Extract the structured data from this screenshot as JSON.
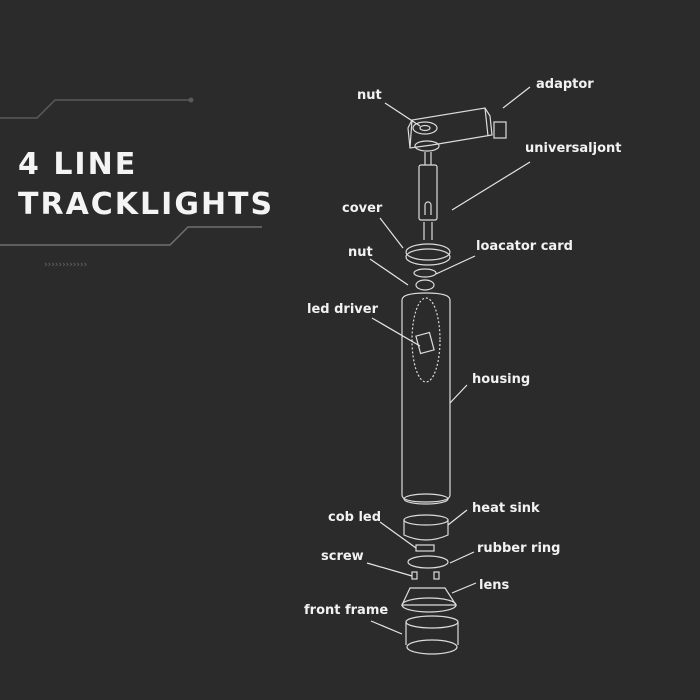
{
  "title": {
    "line1": "4 LINE",
    "line2": "TRACKLIGHTS"
  },
  "decoration": {
    "chevrons": "››››››››››››"
  },
  "colors": {
    "background": "#2b2b2b",
    "text": "#f4f4f4",
    "lines": "#707070",
    "drawing": "#dcdcdc"
  },
  "labels": {
    "nut_top": "nut",
    "adaptor": "adaptor",
    "universaljont": "universaljont",
    "cover": "cover",
    "nut": "nut",
    "locator_card": "loacator card",
    "led_driver": "led driver",
    "housing": "housing",
    "heat_sink": "heat sink",
    "cob_led": "cob led",
    "rubber_ring": "rubber ring",
    "screw": "screw",
    "lens": "lens",
    "front_frame": "front  frame"
  }
}
